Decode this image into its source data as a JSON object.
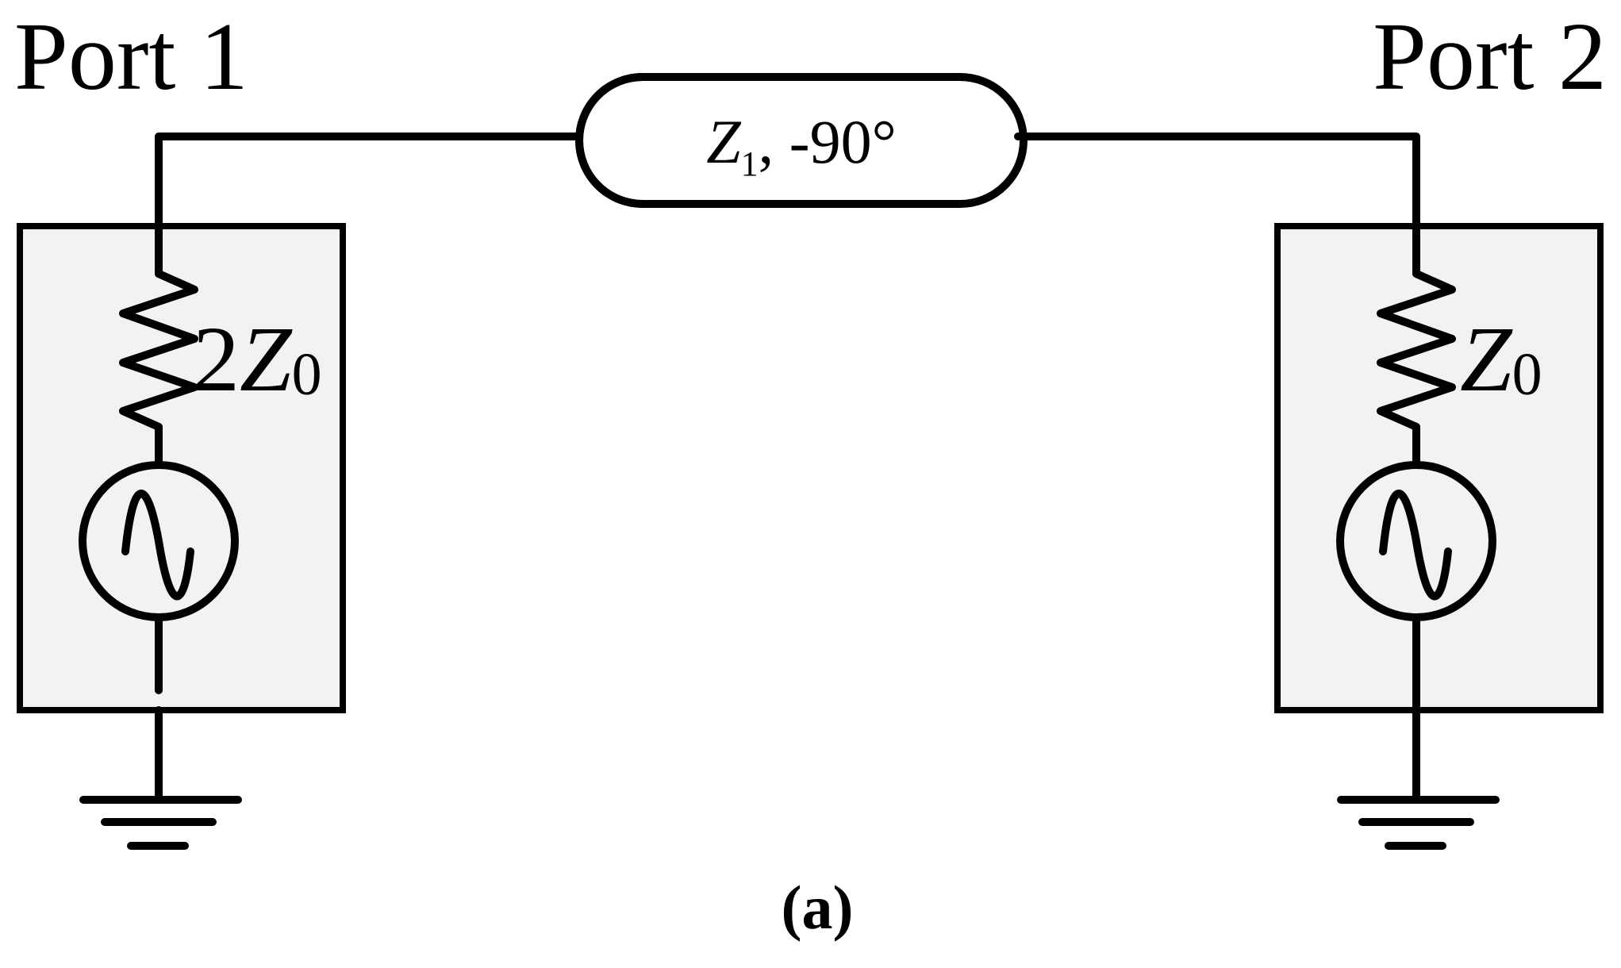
{
  "port1": {
    "label": "Port 1",
    "resistor_prefix": "2",
    "resistor_symbol": "Z",
    "resistor_sub": "0"
  },
  "port2": {
    "label": "Port 2",
    "resistor_prefix": "",
    "resistor_symbol": "Z",
    "resistor_sub": "0"
  },
  "line": {
    "symbol": "Z",
    "sub": "1",
    "phase": ", -90°"
  },
  "caption": "(a)",
  "colors": {
    "stroke": "#000000",
    "port_box_fill": "#f2f2f2",
    "background": "#ffffff"
  },
  "icons": [
    "resistor-icon",
    "ac-source-icon",
    "ground-icon",
    "transmission-line-icon"
  ]
}
